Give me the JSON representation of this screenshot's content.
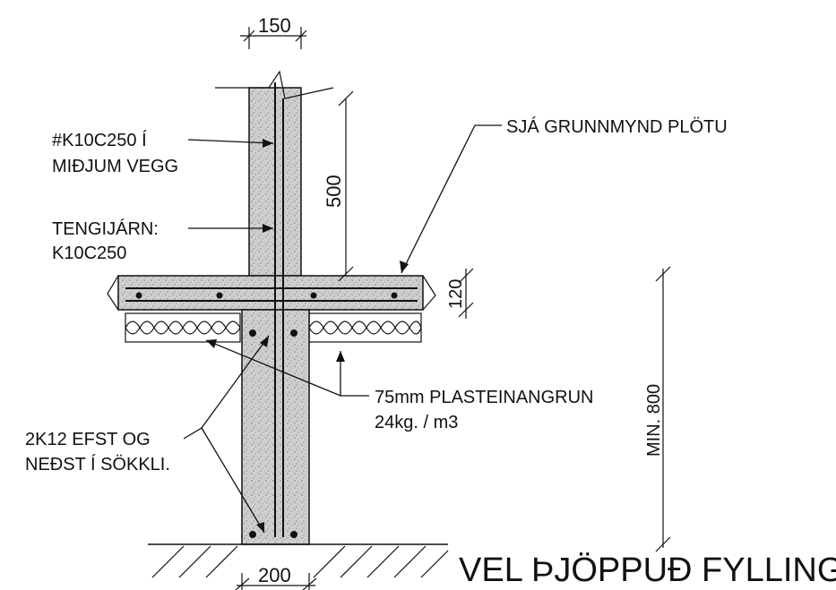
{
  "dimensions": {
    "wall_width": "150",
    "wall_height": "500",
    "slab_thickness": "120",
    "footing_width": "200",
    "min_depth": "MIN. 800"
  },
  "labels": {
    "wall_rebar_line1": "#K10C250 Í",
    "wall_rebar_line2": "MIÐJUM VEGG",
    "tie_bars_line1": "TENGIJÁRN:",
    "tie_bars_line2": "K10C250",
    "slab_ref": "SJÁ GRUNNMYND PLÖTU",
    "insulation_line1": "75mm PLASTEINANGRUN",
    "insulation_line2": "24kg. / m3",
    "footing_rebar_line1": "2K12 EFST OG",
    "footing_rebar_line2": "NEÐST Í SÖKKLI.",
    "fill": "VEL ÞJÖPPUÐ FYLLING"
  },
  "colors": {
    "ink": "#111111",
    "concrete": "#c9c9c9"
  }
}
